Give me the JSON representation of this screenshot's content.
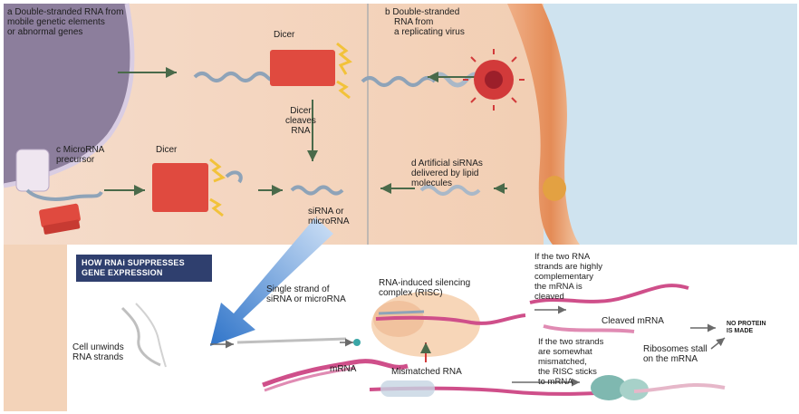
{
  "labels": {
    "a": [
      "a Double-stranded RNA from",
      "mobile genetic elements",
      "or abnormal genes"
    ],
    "b": [
      "b Double-stranded",
      "RNA from",
      "a replicating virus"
    ],
    "c": [
      "c MicroRNA",
      "precursor"
    ],
    "d": [
      "d Artificial siRNAs",
      "delivered by lipid",
      "molecules"
    ],
    "dicer_top": "Dicer",
    "dicer_left": "Dicer",
    "dicer_cleaves": [
      "Dicer",
      "cleaves",
      "RNA"
    ],
    "sirna": [
      "siRNA or",
      "microRNA"
    ],
    "banner": [
      "HOW RNAi SUPPRESSES",
      "GENE EXPRESSION"
    ],
    "single_strand": [
      "Single strand of",
      "siRNA or microRNA"
    ],
    "unwinds": [
      "Cell unwinds",
      "RNA strands"
    ],
    "mrna": "mRNA",
    "risc": [
      "RNA-induced silencing",
      "complex (RISC)"
    ],
    "mismatched": "Mismatched RNA",
    "highly_comp": [
      "If the two RNA",
      "strands are highly",
      "complementary",
      "the mRNA is",
      "cleaved"
    ],
    "cleaved": "Cleaved mRNA",
    "no_protein": [
      "NO PROTEIN",
      "IS MADE"
    ],
    "somewhat": [
      "If the two strands",
      "are somewhat",
      "mismatched,",
      "the RISC sticks",
      "to mRNA"
    ],
    "ribosomes": [
      "Ribosomes stall",
      "on the mRNA"
    ]
  },
  "colors": {
    "cytoplasm": "#f3d3b9",
    "membrane": "#e99a67",
    "extracellular": "#cfe3ef",
    "nucleus": "#8c7e9c",
    "dicer": "#e04a3f",
    "virus": "#d23a3a",
    "arrow": "#4a6a4a",
    "banner": "#2f3f6e"
  }
}
